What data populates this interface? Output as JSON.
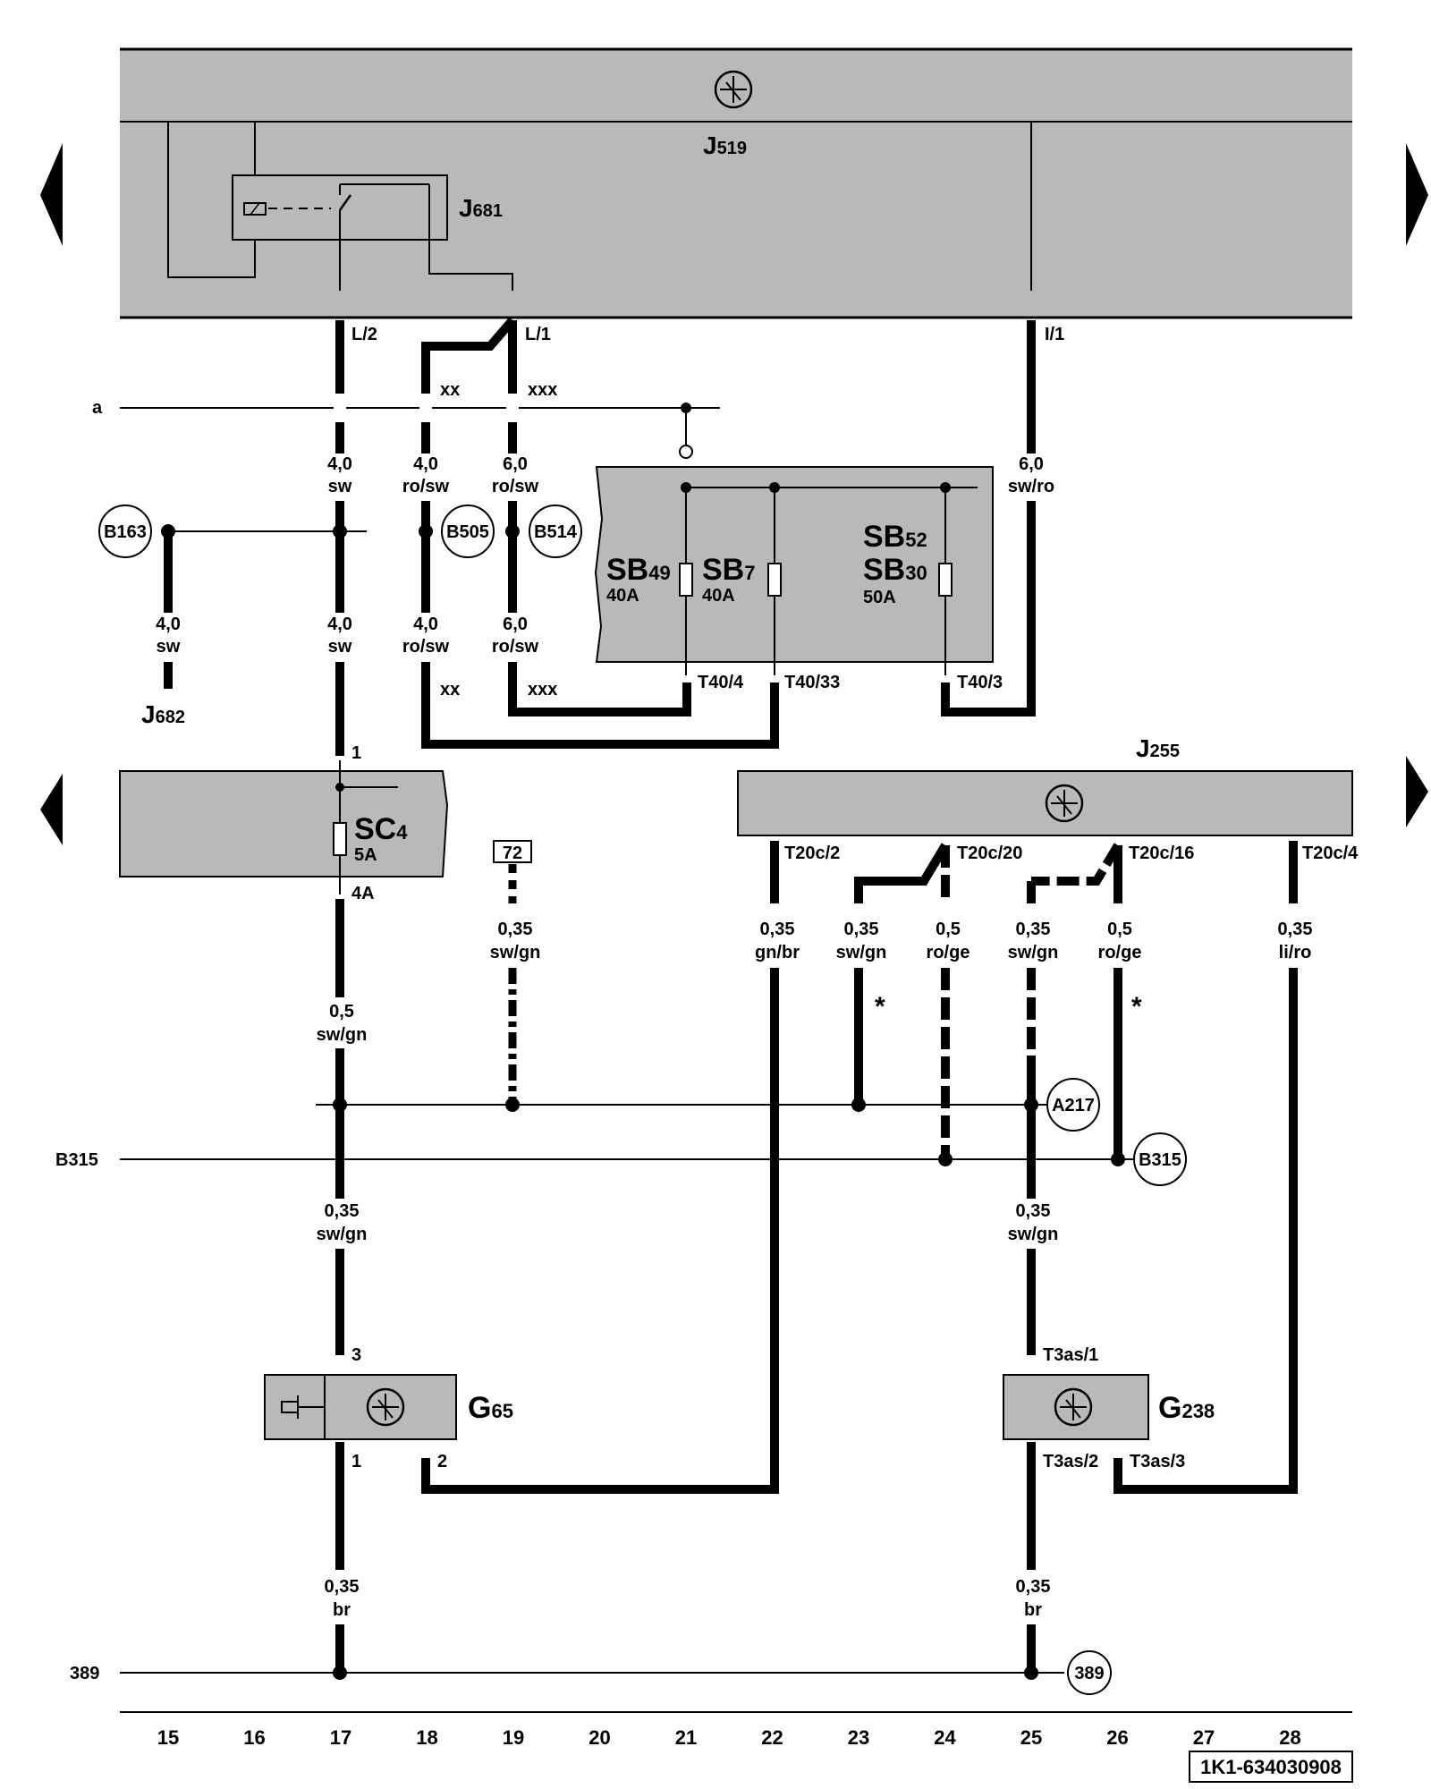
{
  "drawing_id": "1K1-634030908",
  "column_numbers": [
    "15",
    "16",
    "17",
    "18",
    "19",
    "20",
    "21",
    "22",
    "23",
    "24",
    "25",
    "26",
    "27",
    "28"
  ],
  "modules": {
    "j519": {
      "base": "J",
      "sub": "519"
    },
    "j681": {
      "base": "J",
      "sub": "681"
    },
    "j682": {
      "base": "J",
      "sub": "682"
    },
    "j255": {
      "base": "J",
      "sub": "255"
    },
    "sc4": {
      "base": "SC",
      "sub": "4",
      "rating": "5A"
    },
    "g65": {
      "base": "G",
      "sub": "65"
    },
    "g238": {
      "base": "G",
      "sub": "238"
    }
  },
  "fuses": {
    "sb49": {
      "base": "SB",
      "sub": "49",
      "rating": "40A"
    },
    "sb7": {
      "base": "SB",
      "sub": "7",
      "rating": "40A"
    },
    "sb52": {
      "base": "SB",
      "sub": "52"
    },
    "sb30": {
      "base": "SB",
      "sub": "30",
      "rating": "50A"
    }
  },
  "pins": {
    "l2": "L/2",
    "l1": "L/1",
    "i1": "I/1",
    "t40_4": "T40/4",
    "t40_33": "T40/33",
    "t40_3": "T40/3",
    "sc_in": "1",
    "sc_out": "4A",
    "t20c_2": "T20c/2",
    "t20c_20": "T20c/20",
    "t20c_16": "T20c/16",
    "t20c_4": "T20c/4",
    "g65_3": "3",
    "g65_1": "1",
    "g65_2": "2",
    "t3as_1": "T3as/1",
    "t3as_2": "T3as/2",
    "t3as_3": "T3as/3"
  },
  "markers": {
    "xx": "xx",
    "xxx": "xxx",
    "star": "*"
  },
  "ground_points": {
    "b163": "B163",
    "b505": "B505",
    "b514": "B514",
    "a217": "A217",
    "b315_circle": "B315",
    "g389_circle": "389"
  },
  "bus_lines": {
    "a": "a",
    "b315": "B315",
    "l389": "389"
  },
  "ref_box": "72",
  "wires": {
    "w_l2_top": [
      "4,0",
      "sw"
    ],
    "w_b163": [
      "4,0",
      "sw"
    ],
    "w_l2_bot": [
      "4,0",
      "sw"
    ],
    "w_18_top": [
      "4,0",
      "ro/sw"
    ],
    "w_18_bot": [
      "4,0",
      "ro/sw"
    ],
    "w_19_top": [
      "6,0",
      "ro/sw"
    ],
    "w_19_bot": [
      "6,0",
      "ro/sw"
    ],
    "w_i1": [
      "6,0",
      "sw/ro"
    ],
    "w_sc_out": [
      "0,5",
      "sw/gn"
    ],
    "w_72": [
      "0,35",
      "sw/gn"
    ],
    "w_t20c2": [
      "0,35",
      "gn/br"
    ],
    "w_23": [
      "0,35",
      "sw/gn"
    ],
    "w_24": [
      "0,5",
      "ro/ge"
    ],
    "w_25": [
      "0,35",
      "sw/gn"
    ],
    "w_26": [
      "0,5",
      "ro/ge"
    ],
    "w_28": [
      "0,35",
      "li/ro"
    ],
    "w_17_low": [
      "0,35",
      "sw/gn"
    ],
    "w_25_low": [
      "0,35",
      "sw/gn"
    ],
    "w_g65_gnd": [
      "0,35",
      "br"
    ],
    "w_g238_gnd": [
      "0,35",
      "br"
    ]
  },
  "colors": {
    "module_fill": "#b9b9b9",
    "line": "#000000"
  },
  "icons": [
    "ecu-symbol-icon",
    "relay-icon",
    "fuse-icon",
    "arrow-left-icon",
    "arrow-right-icon"
  ]
}
